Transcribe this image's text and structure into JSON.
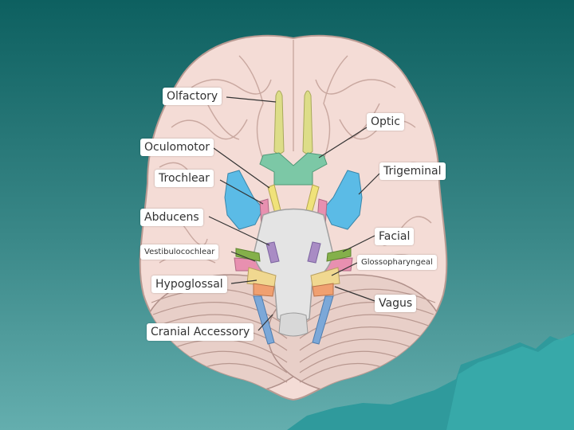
{
  "diagram": {
    "labels": {
      "olfactory": "Olfactory",
      "optic": "Optic",
      "oculomotor": "Oculomotor",
      "trochlear": "Trochlear",
      "trigeminal": "Trigeminal",
      "abducens": "Abducens",
      "facial": "Facial",
      "vestibulocochlear": "Vestibulocochlear",
      "glossopharyngeal": "Glossopharyngeal",
      "hypoglossal": "Hypoglossal",
      "vagus": "Vagus",
      "accessory": "Cranial Accessory"
    }
  },
  "colors": {
    "background_top": "#0d6060",
    "background_bottom": "#64aeae",
    "brain": "#f4dcd6",
    "olfactory": "#dddd88",
    "optic": "#7cc8a6",
    "oculomotor": "#f0e27a",
    "trigeminal": "#5bbbe6",
    "abducens": "#a98cc4",
    "facial": "#84b04a",
    "vestibulocochlear": "#e890b0",
    "glossopharyngeal": "#f0d890",
    "vagus": "#f0a070",
    "accessory": "#7ca8d8"
  }
}
